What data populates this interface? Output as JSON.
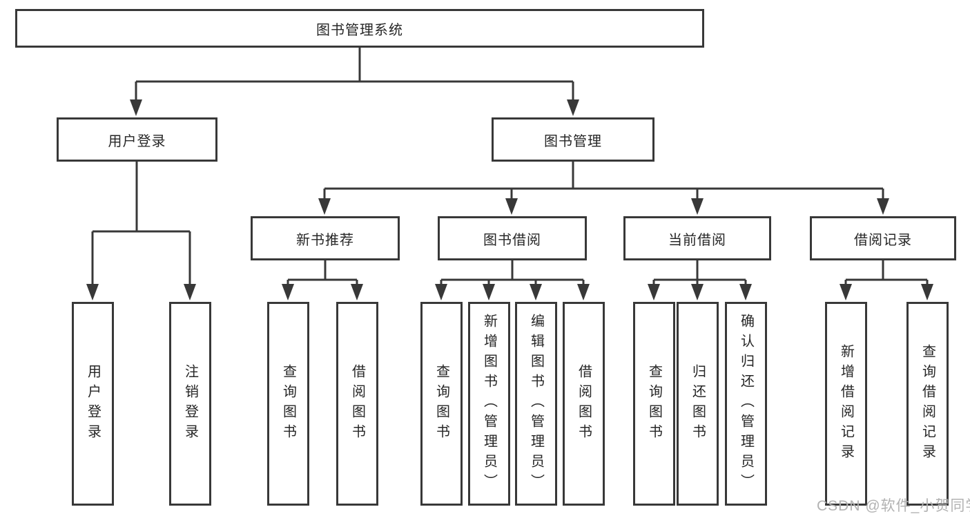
{
  "watermark": {
    "text": "CSDN @软件_小贺同学"
  },
  "colors": {
    "line": "#383838",
    "text": "#262626",
    "watermark": "#b2b2b2",
    "background": "#ffffff"
  },
  "tree": {
    "root": {
      "label": "图书管理系统"
    },
    "children": [
      {
        "label": "用户登录",
        "children": [
          {
            "label": "用户登录"
          },
          {
            "label": "注销登录"
          }
        ]
      },
      {
        "label": "图书管理",
        "children": [
          {
            "label": "新书推荐",
            "children": [
              {
                "label": "查询图书"
              },
              {
                "label": "借阅图书"
              }
            ]
          },
          {
            "label": "图书借阅",
            "children": [
              {
                "label": "查询图书"
              },
              {
                "label": "新增图书（管理员）"
              },
              {
                "label": "编辑图书（管理员）"
              },
              {
                "label": "借阅图书"
              }
            ]
          },
          {
            "label": "当前借阅",
            "children": [
              {
                "label": "查询图书"
              },
              {
                "label": "归还图书"
              },
              {
                "label": "确认归还（管理员）"
              }
            ]
          },
          {
            "label": "借阅记录",
            "children": [
              {
                "label": "新增借阅记录"
              },
              {
                "label": "查询借阅记录"
              }
            ]
          }
        ]
      }
    ]
  }
}
